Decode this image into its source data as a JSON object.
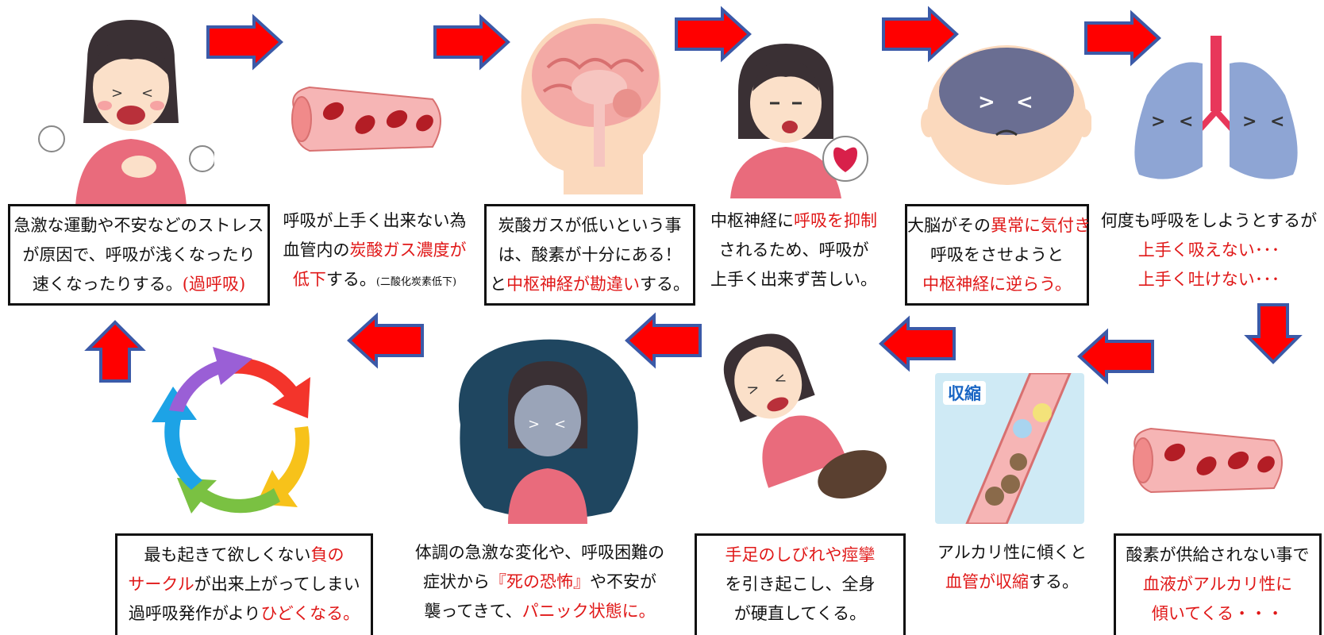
{
  "colors": {
    "accent_red": "#e01818",
    "arrow_red": "#ff0000",
    "arrow_border": "#3b5aa8",
    "text": "#111111"
  },
  "steps": [
    {
      "icon": "stressed-woman-icon",
      "l1": "急激な運動や不安などのストレス",
      "l2": "が原因で、呼吸が浅くなったり",
      "l3a": "速くなったりする。",
      "l3b": "(過呼吸)"
    },
    {
      "icon": "blood-vessel-icon",
      "l1": "呼吸が上手く出来ない為",
      "l2a": "血管内の",
      "l2b": "炭酸ガス濃度が",
      "l3a": "低下",
      "l3b": "する。",
      "l3c": "(二酸化炭素低下)"
    },
    {
      "icon": "brain-icon",
      "l1": "炭酸ガスが低いという事",
      "l2": "は、酸素が十分にある！",
      "l3a": "と",
      "l3b": "中枢神経が勘違い",
      "l3c": "する。"
    },
    {
      "icon": "suffocating-woman-icon",
      "l1a": "中枢神経に",
      "l1b": "呼吸を抑制",
      "l2": "されるため、呼吸が",
      "l3": "上手く出来ず苦しい。"
    },
    {
      "icon": "worried-brain-icon",
      "l1a": "大脳がその",
      "l1b": "異常に気付き",
      "l2": "呼吸をさせようと",
      "l3": "中枢神経に逆らう。"
    },
    {
      "icon": "sad-lungs-icon",
      "l1": "何度も呼吸をしようとするが",
      "l2": "上手く吸えない･･･",
      "l3": "上手く吐けない･･･"
    },
    {
      "icon": "blood-vessel-icon",
      "l1": "酸素が供給されない事で",
      "l2": "血液がアルカリ性に",
      "l3": "傾いてくる・・・"
    },
    {
      "icon": "constricted-vessel-icon",
      "badge": "収縮",
      "l1": "アルカリ性に傾くと",
      "l2a": "血管が収縮",
      "l2b": "する。"
    },
    {
      "icon": "convulsing-woman-icon",
      "l1": "手足のしびれや痙攣",
      "l2": "を引き起こし、全身",
      "l3": "が硬直してくる。"
    },
    {
      "icon": "panicking-woman-icon",
      "l1": "体調の急激な変化や、呼吸困難の",
      "l2a": "症状から",
      "l2b": "『死の恐怖』",
      "l2c": "や不安が",
      "l3a": "襲ってきて、",
      "l3b": "パニック状態に。"
    },
    {
      "icon": "vicious-cycle-icon",
      "l1a": "最も起きて欲しくない",
      "l1b": "負の",
      "l2a": "サークル",
      "l2b": "が出来上がってしまい",
      "l3a": "過呼吸発作がより",
      "l3b": "ひどくなる。"
    }
  ]
}
